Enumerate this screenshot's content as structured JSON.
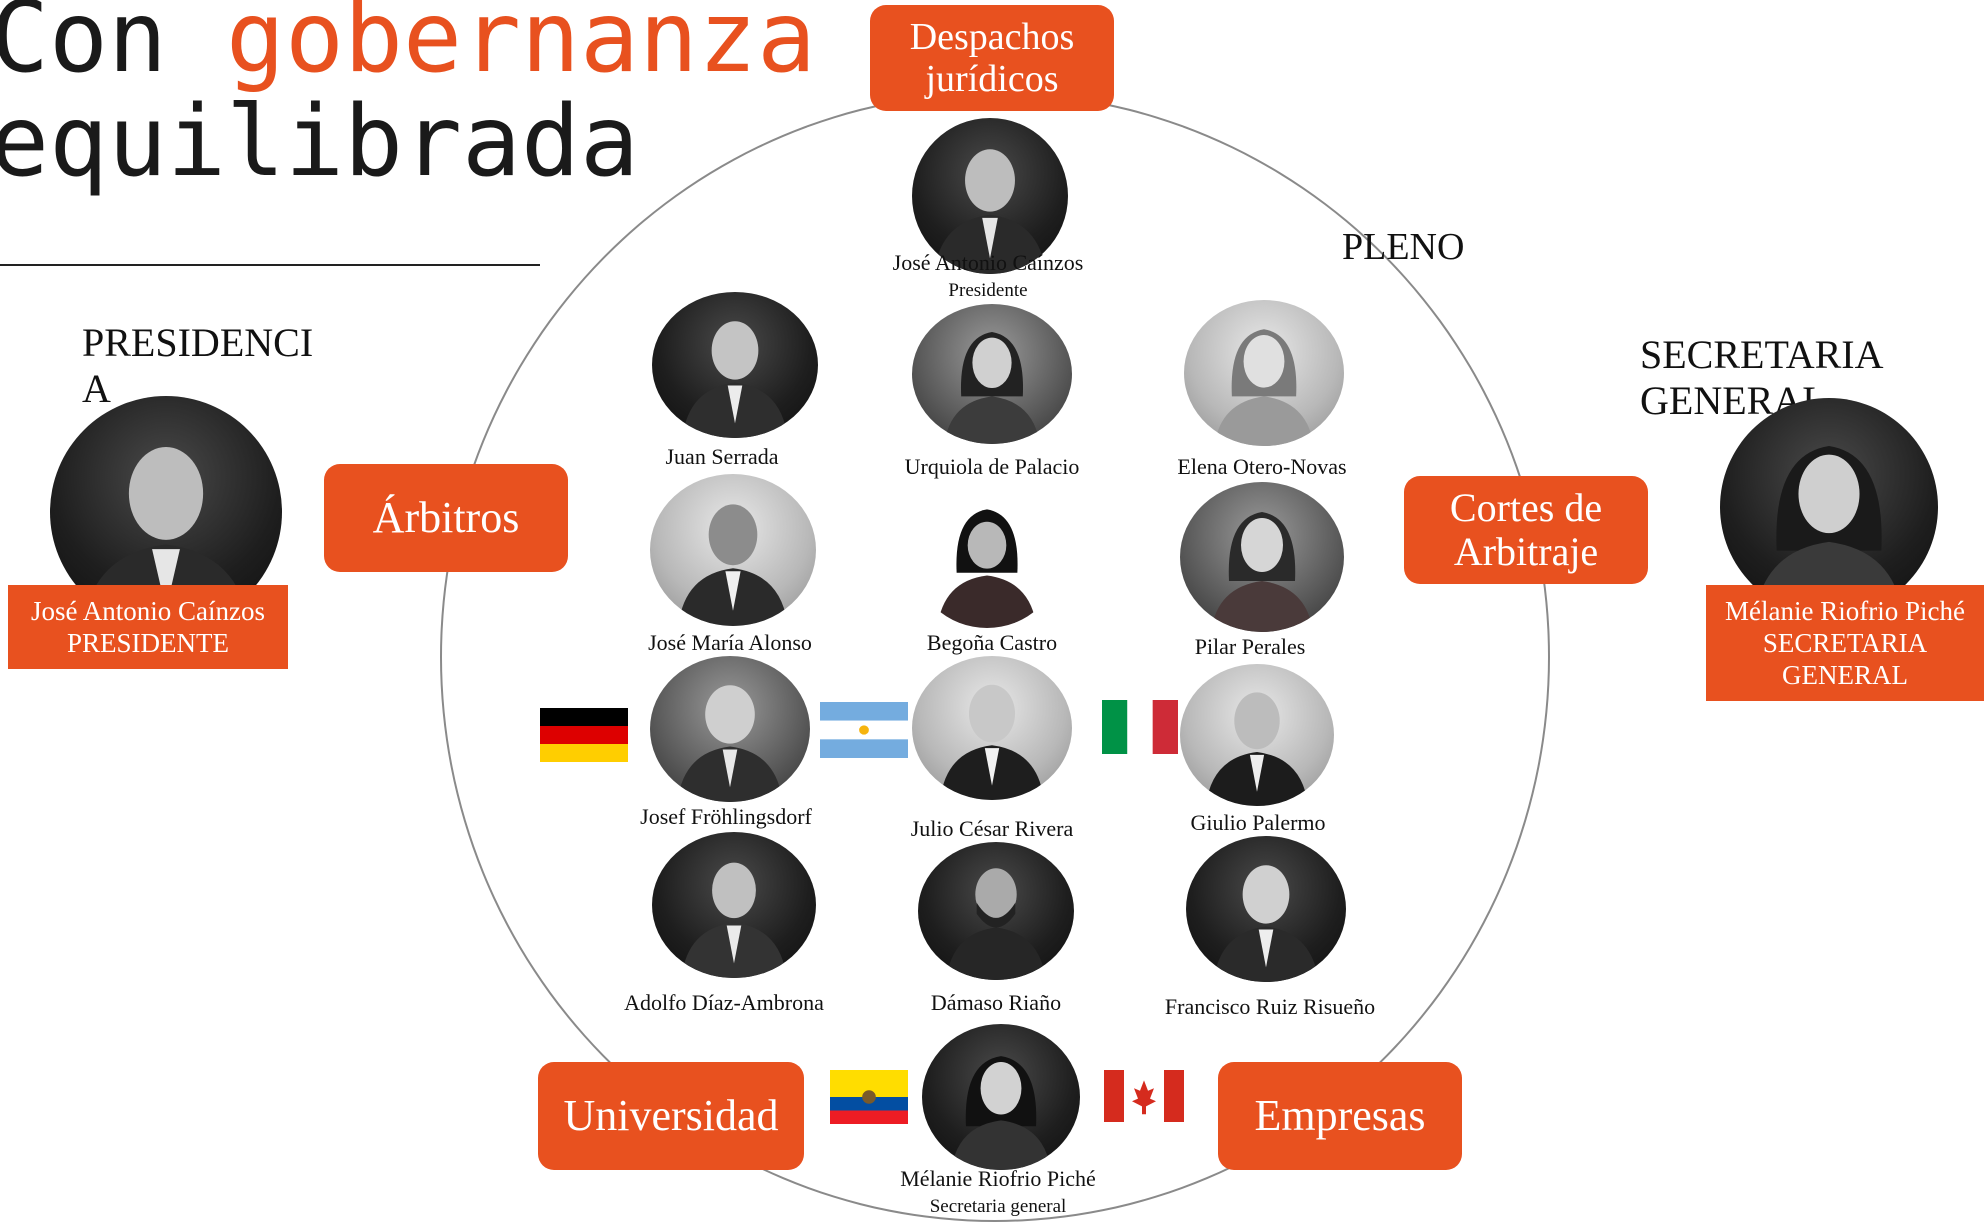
{
  "title": {
    "prefix": "Con ",
    "accent": "gobernanza",
    "line2": "equilibrada"
  },
  "colors": {
    "accent": "#e8511f",
    "text": "#111111",
    "circle": "#8a8a8a"
  },
  "presidencia": {
    "heading_line1": "PRESIDENCI",
    "heading_line2": "A",
    "name": "José Antonio Caínzos",
    "role": "PRESIDENTE"
  },
  "secretaria": {
    "heading_line1": "SECRETARIA",
    "heading_line2": "GENERAL",
    "name": "Mélanie Riofrio Piché",
    "role_line1": "SECRETARIA",
    "role_line2": "GENERAL"
  },
  "pleno": {
    "label": "PLENO"
  },
  "sectors": {
    "despachos_line1": "Despachos",
    "despachos_line2": "jurídicos",
    "arbitros": "Árbitros",
    "cortes_line1": "Cortes de",
    "cortes_line2": "Arbitraje",
    "universidad": "Universidad",
    "empresas": "Empresas"
  },
  "members": {
    "cainzos": {
      "name": "José Antonio Caínzos",
      "role": "Presidente"
    },
    "serrada": {
      "name": "Juan Serrada"
    },
    "urquiola": {
      "name": "Urquiola de Palacio"
    },
    "otero": {
      "name": "Elena Otero-Novas"
    },
    "alonso": {
      "name": "José María Alonso"
    },
    "castro": {
      "name": "Begoña Castro"
    },
    "perales": {
      "name": "Pilar Perales"
    },
    "frohlingsdorf": {
      "name": "Josef Fröhlingsdorf",
      "flag": "germany-flag"
    },
    "rivera": {
      "name": "Julio César Rivera",
      "flag": "argentina-flag"
    },
    "palermo": {
      "name": "Giulio Palermo",
      "flag": "italy-flag"
    },
    "diaz": {
      "name": "Adolfo Díaz-Ambrona"
    },
    "riano": {
      "name": "Dámaso Riaño"
    },
    "ruiz": {
      "name": "Francisco Ruiz Risueño"
    },
    "riofrio": {
      "name": "Mélanie Riofrio Piché",
      "role": "Secretaria general",
      "flags": [
        "ecuador-flag",
        "canada-flag"
      ]
    }
  }
}
